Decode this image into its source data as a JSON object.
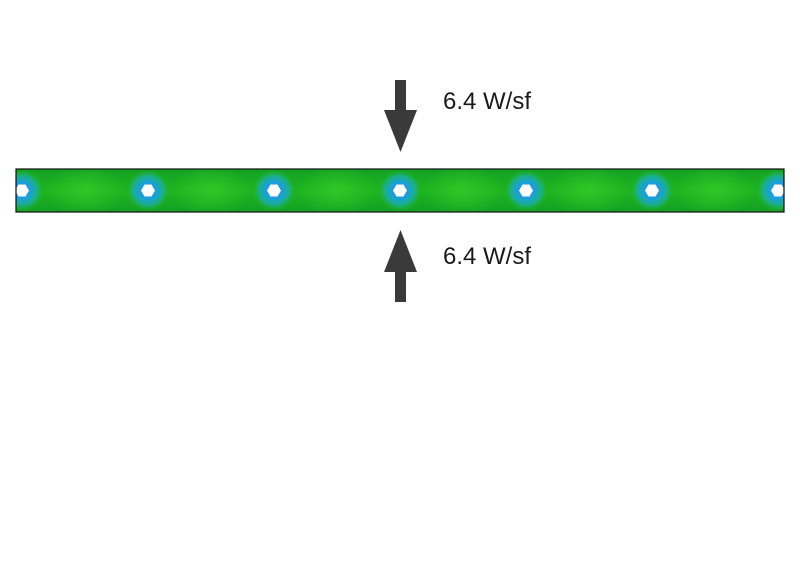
{
  "diagram": {
    "top_load": {
      "label": "6.4 W/sf",
      "direction": "down"
    },
    "bottom_load": {
      "label": "6.4 W/sf",
      "direction": "up"
    },
    "slab": {
      "hole_count": 7,
      "colors": {
        "field": "#1fb51f",
        "field_light": "#36cf2a",
        "field_dark": "#13a024",
        "halo_outer": "#19b09a",
        "halo_mid": "#1a9de6",
        "halo_inner": "#1864f0",
        "hole": "#ffffff",
        "outline": "#111111"
      }
    },
    "arrow_color": "#3a3a3a"
  }
}
